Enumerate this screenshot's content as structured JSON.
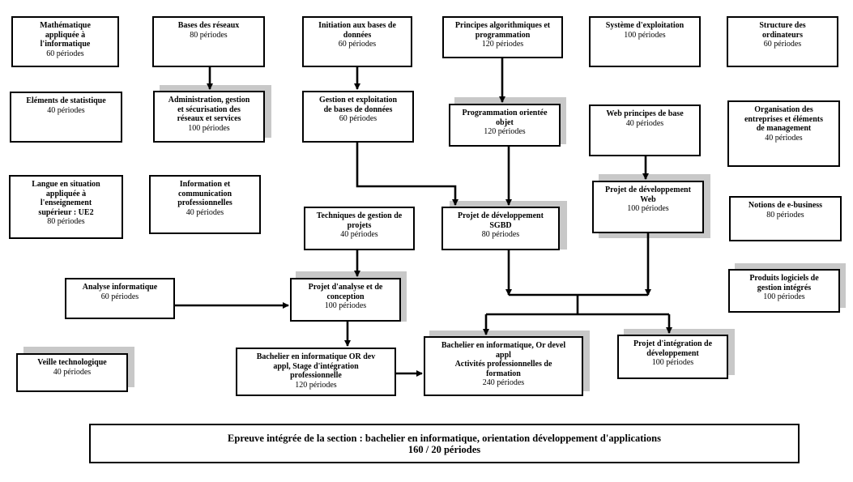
{
  "courses": {
    "math": {
      "title": "Mathématique\nappliquée à\nl'informatique",
      "periods": "60 périodes"
    },
    "bases_reseaux": {
      "title": "Bases des réseaux",
      "periods": "80 périodes"
    },
    "init_bdd": {
      "title": "Initiation aux bases de\ndonnées",
      "periods": "60 périodes"
    },
    "principes_algo": {
      "title": "Principes algorithmiques et\nprogrammation",
      "periods": "120 périodes"
    },
    "systeme_exploit": {
      "title": "Système d'exploitation",
      "periods": "100 périodes"
    },
    "structure_ordi": {
      "title": "Structure des\nordinateurs",
      "periods": "60 périodes"
    },
    "stat": {
      "title": "Eléments de statistique",
      "periods": "40 périodes"
    },
    "admin": {
      "title": "Administration, gestion\net sécurisation des\nréseaux et services",
      "periods": "100 périodes"
    },
    "gestion_bdd": {
      "title": "Gestion et exploitation\nde bases de données",
      "periods": "60 périodes"
    },
    "poo": {
      "title": "Programmation orientée\nobjet",
      "periods": "120 périodes"
    },
    "web_base": {
      "title": "Web principes de base",
      "periods": "40 périodes"
    },
    "organisation": {
      "title": "Organisation des\nentreprises et éléments\nde management",
      "periods": "40 périodes"
    },
    "langue": {
      "title": "Langue en situation\nappliquée à\nl'enseignement\nsupérieur : UE2",
      "periods": "80 périodes"
    },
    "info_comm": {
      "title": "Information et\ncommunication\nprofessionnelles",
      "periods": "40 périodes"
    },
    "tech_projets": {
      "title": "Techniques de gestion de\nprojets",
      "periods": "40 périodes"
    },
    "projet_sgbd": {
      "title": "Projet de développement\nSGBD",
      "periods": "80 périodes"
    },
    "projet_web": {
      "title": "Projet de développement\nWeb",
      "periods": "100 périodes"
    },
    "ebusiness": {
      "title": "Notions de e-business",
      "periods": "80 périodes"
    },
    "analyse": {
      "title": "Analyse informatique",
      "periods": "60 périodes"
    },
    "projet_analyse": {
      "title": "Projet d'analyse et de\nconception",
      "periods": "100 périodes"
    },
    "progiciels": {
      "title": "Produits logiciels de\ngestion intégrés",
      "periods": "100 périodes"
    },
    "veille": {
      "title": "Veille technologique",
      "periods": "40 périodes"
    },
    "stage": {
      "title": "Bachelier en informatique OR dev\nappl, Stage d'intégration\nprofessionnelle",
      "periods": "120 périodes"
    },
    "activites_pro": {
      "title": "Bachelier en informatique, Or devel\nappl\nActivités professionnelles de\nformation",
      "periods": "240 périodes"
    },
    "projet_integration": {
      "title": "Projet d'intégration de\ndéveloppement",
      "periods": "100 périodes"
    }
  },
  "final": {
    "title": "Epreuve intégrée de la section : bachelier en informatique, orientation développement d'applications",
    "periods": "160 / 20 périodes"
  }
}
